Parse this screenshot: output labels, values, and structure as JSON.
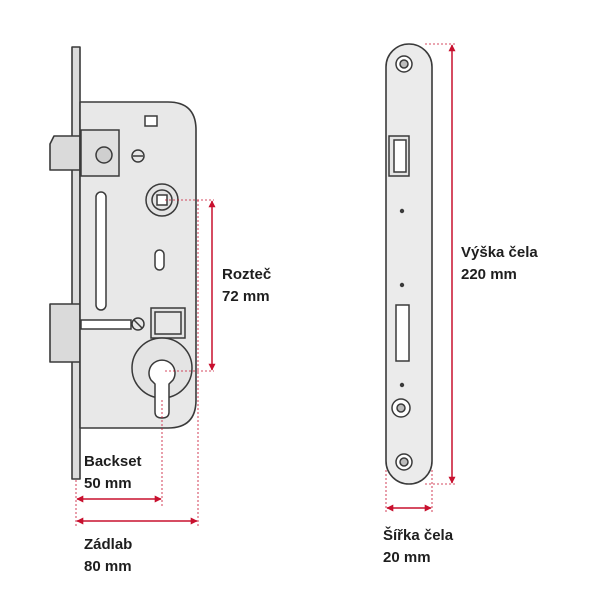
{
  "labels": {
    "roztec": {
      "name": "Rozteč",
      "value": "72 mm"
    },
    "backset": {
      "name": "Backset",
      "value": "50 mm"
    },
    "zadlab": {
      "name": "Zádlab",
      "value": "80 mm"
    },
    "vyska_cela": {
      "name": "Výška čela",
      "value": "220 mm"
    },
    "sirka_cela": {
      "name": "Šířka čela",
      "value": "20 mm"
    }
  },
  "colors": {
    "dimension_line": "#c8102e",
    "outline": "#3a3a3a",
    "lock_body_fill": "#e8e8e8",
    "faceplate_fill": "#ebebeb",
    "text": "#1e1e1e"
  }
}
